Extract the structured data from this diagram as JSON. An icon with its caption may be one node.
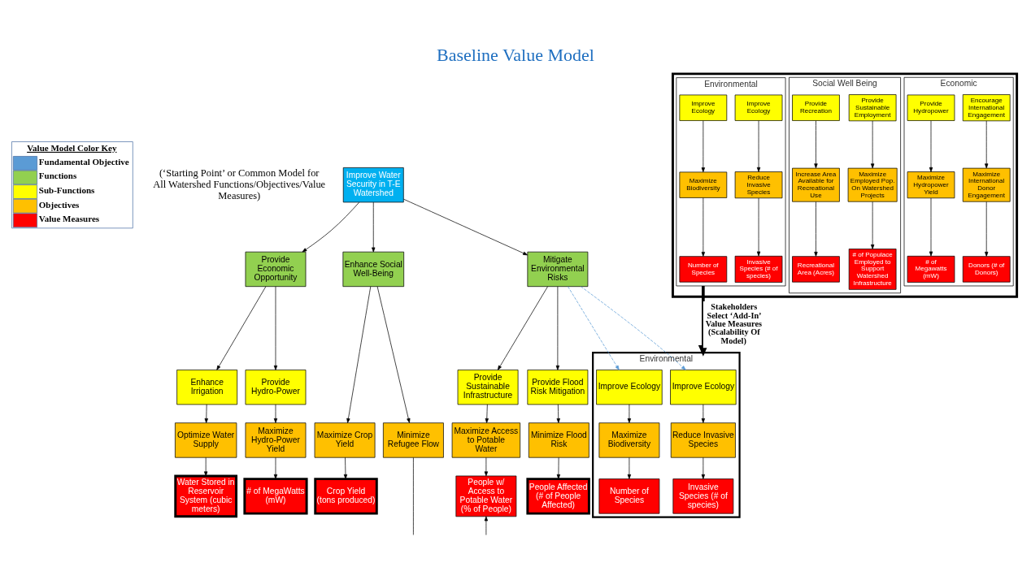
{
  "diagram": {
    "title": "Baseline Value Model",
    "nodes": [
      {
        "text": [
          "Improve Water Security in T-E Watershed"
        ]
      },
      {
        "text": [
          "Provide Economic Opportunity"
        ]
      },
      {
        "text": [
          "Enhance Social Well-Being"
        ]
      },
      {
        "text": [
          "Mitigate Environmental Risks"
        ]
      },
      {
        "text": [
          "Provide Hydro-Power"
        ]
      },
      {
        "text": [
          "Enhance Irrigation"
        ]
      },
      {
        "text": [
          "Provide Flood Risk Mitigation"
        ]
      },
      {
        "text": [
          "Provide Sustainable Infrastructure"
        ]
      },
      {
        "text": [
          "Maximize Hydro-Power Yield"
        ]
      },
      {
        "text": [
          "Optimize Water Supply"
        ]
      },
      {
        "text": [
          "Minimize Refugee Flow"
        ]
      },
      {
        "text": [
          "Maximize Crop Yield"
        ]
      },
      {
        "text": [
          "Minimize Flood Risk"
        ]
      },
      {
        "text": [
          "Maximize Access to Potable Water"
        ]
      },
      {
        "text": [
          "# of MegaWatts (mW)"
        ]
      },
      {
        "text": [
          "Water Stored in Reservoir System (cubic meters)"
        ]
      },
      {
        "text": [
          "Crop Yield (tons produced)"
        ]
      },
      {
        "text": [
          "People Affected (# of People Affected)"
        ]
      },
      {
        "text": [
          "People w/ Access to Potable Water (% of People)"
        ]
      },
      {
        "text": [],
        "shape": "box"
      },
      {
        "text": [
          "Economic"
        ],
        "in": 19
      },
      {
        "text": [
          "Encourage International Engagement"
        ],
        "in": 20
      },
      {
        "text": [
          "Provide Hydropower"
        ],
        "in": 20
      },
      {
        "text": [
          "Maximize International Donor Engagement"
        ],
        "in": 20
      },
      {
        "text": [
          "Maximize Hydropower Yield"
        ],
        "in": 20
      },
      {
        "text": [
          "Donors (# of Donors)"
        ],
        "in": 20
      },
      {
        "text": [
          "# of Megawatts (mW)"
        ],
        "in": 20
      },
      {
        "text": [
          "Social Well Being"
        ],
        "in": 19
      },
      {
        "text": [
          "Provide Sustainable Employment"
        ],
        "in": 27
      },
      {
        "text": [
          "Provide Recreation"
        ],
        "in": 27
      },
      {
        "text": [
          "Maximize Employed Pop. On Watershed Projects"
        ],
        "in": 27
      },
      {
        "text": [
          "Increase Area Available for Recreational Use"
        ],
        "in": 27
      },
      {
        "text": [
          "# of Populace Employed to Support Watershed Infrastructure"
        ],
        "in": 27
      },
      {
        "text": [
          "Recreational Area (Acres)"
        ],
        "in": 27
      },
      {
        "text": [
          "Environmental"
        ],
        "in": 19
      },
      {
        "text": [
          "Improve Ecology"
        ],
        "in": 34
      },
      {
        "text": [
          "Improve Ecology"
        ],
        "in": 34
      },
      {
        "text": [
          "Reduce Invasive Species"
        ],
        "in": 34
      },
      {
        "text": [
          "Maximize Biodiversity"
        ],
        "in": 34
      },
      {
        "text": [
          "Invasive Species (# of species)"
        ],
        "in": 34
      },
      {
        "text": [
          "Number of Species"
        ],
        "in": 34
      },
      {
        "text": [
          "Environmental"
        ]
      },
      {
        "text": [
          "Improve Ecology"
        ],
        "in": 41
      },
      {
        "text": [
          "Improve Ecology"
        ],
        "in": 41
      },
      {
        "text": [
          "Reduce Invasive Species"
        ],
        "in": 41
      },
      {
        "text": [
          "Maximize Biodiversity"
        ],
        "in": 41
      },
      {
        "text": [
          "Invasive Species (# of species)"
        ],
        "in": 41
      },
      {
        "text": [
          "Number of Species"
        ],
        "in": 41
      }
    ],
    "edges": [
      {
        "from": 0,
        "to": 1,
        "arrow": "to"
      },
      {
        "from": 0,
        "to": 2,
        "arrow": "to"
      },
      {
        "from": 0,
        "to": 3,
        "arrow": "to"
      },
      {
        "from": 1,
        "to": 4,
        "arrow": "to"
      },
      {
        "from": 1,
        "to": 5,
        "arrow": "to"
      },
      {
        "from": 2,
        "to": 10,
        "arrow": "to"
      },
      {
        "from": 2,
        "to": 11,
        "arrow": "to"
      },
      {
        "from": 3,
        "to": 6,
        "arrow": "to"
      },
      {
        "from": 3,
        "to": 7,
        "arrow": "to"
      },
      {
        "from": 3,
        "to": 42,
        "arrow": "to",
        "style": "dashed",
        "color": "#5b9bd5"
      },
      {
        "from": 3,
        "to": 43,
        "arrow": "to",
        "style": "dashed",
        "color": "#5b9bd5"
      },
      {
        "from": 4,
        "to": 8,
        "arrow": "to"
      },
      {
        "from": 5,
        "to": 9,
        "arrow": "to"
      },
      {
        "from": 6,
        "to": 12,
        "arrow": "to"
      },
      {
        "from": 7,
        "to": 13,
        "arrow": "to"
      },
      {
        "from": 8,
        "to": 14,
        "arrow": "to"
      },
      {
        "from": 9,
        "to": 15,
        "arrow": "to"
      },
      {
        "from": 11,
        "to": 16,
        "arrow": "to"
      },
      {
        "from": 12,
        "to": 17,
        "arrow": "to"
      },
      {
        "from": 13,
        "to": 18,
        "arrow": "to"
      },
      {
        "from": 10,
        "to": null,
        "arrow": "none"
      },
      {
        "from": null,
        "to": 18,
        "arrow": "to"
      },
      {
        "from": 21,
        "to": 23,
        "arrow": "to"
      },
      {
        "from": 23,
        "to": 25,
        "arrow": "to"
      },
      {
        "from": 22,
        "to": 24,
        "arrow": "to"
      },
      {
        "from": 24,
        "to": 26,
        "arrow": "to"
      },
      {
        "from": 28,
        "to": 30,
        "arrow": "to"
      },
      {
        "from": 30,
        "to": 32,
        "arrow": "to"
      },
      {
        "from": 29,
        "to": 31,
        "arrow": "to"
      },
      {
        "from": 31,
        "to": 33,
        "arrow": "to"
      },
      {
        "from": 35,
        "to": 37,
        "arrow": "to"
      },
      {
        "from": 37,
        "to": 39,
        "arrow": "to"
      },
      {
        "from": 36,
        "to": 38,
        "arrow": "to"
      },
      {
        "from": 38,
        "to": 40,
        "arrow": "to"
      },
      {
        "from": 34,
        "to": 41,
        "arrow": "to",
        "style": "thick",
        "label": "Stakeholders Select ‘Add-In’ Value Measures (Scalability Of Model)"
      },
      {
        "from": 42,
        "to": 44,
        "arrow": "to"
      },
      {
        "from": 44,
        "to": 46,
        "arrow": "to"
      },
      {
        "from": 43,
        "to": 45,
        "arrow": "to"
      },
      {
        "from": 45,
        "to": 47,
        "arrow": "to"
      }
    ],
    "labels": [
      "(‘Starting Point’ or Common Model for All Watershed Functions/Objectives/Value Measures)",
      "Value Model Color Key"
    ],
    "legend": [
      {
        "text": "Fundamental Objective",
        "color": "#5b9bd5"
      },
      {
        "text": "Functions",
        "color": "#92d050"
      },
      {
        "text": "Sub-Functions",
        "color": "#ffff00"
      },
      {
        "text": "Objectives",
        "color": "#ffc000"
      },
      {
        "text": "Value Measures",
        "color": "#ff0000"
      }
    ]
  }
}
